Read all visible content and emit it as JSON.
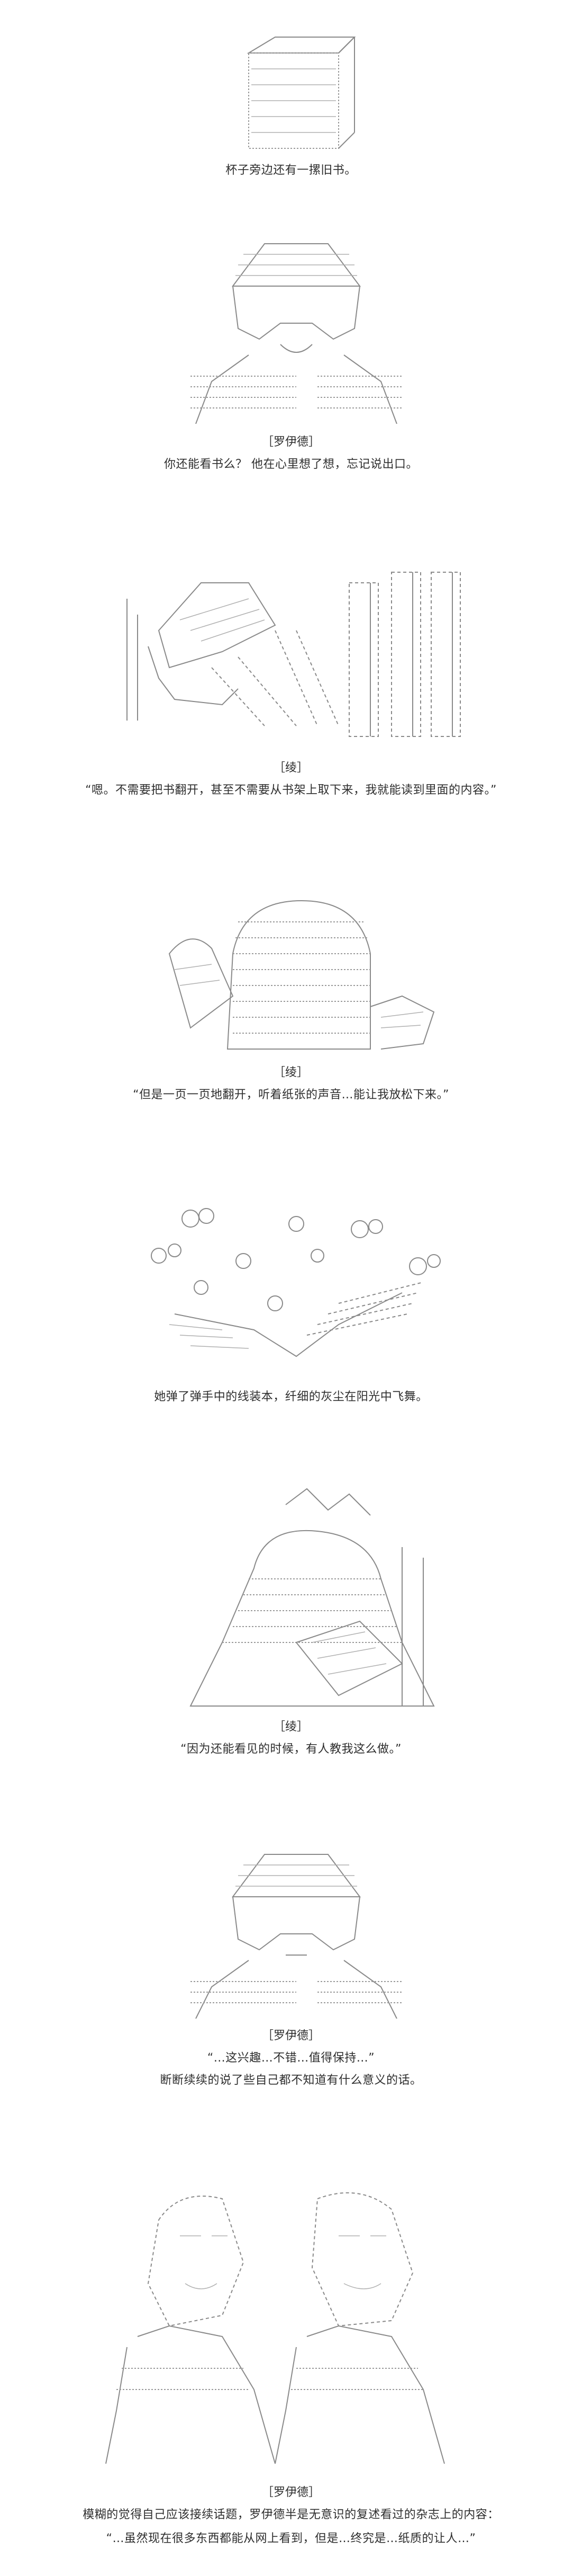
{
  "panels": [
    {
      "caption": "杯子旁边还有一摞旧书。"
    },
    {
      "speaker": "［罗伊德］",
      "caption": "你还能看书么？ 他在心里想了想，忘记说出口。"
    },
    {
      "speaker": "［绫］",
      "caption": "“嗯。不需要把书翻开，甚至不需要从书架上取下来，我就能读到里面的内容。”"
    },
    {
      "speaker": "［绫］",
      "caption": "“但是一页一页地翻开，听着纸张的声音…能让我放松下来。”"
    },
    {
      "caption": "她弹了弹手中的线装本，纤细的灰尘在阳光中飞舞。"
    },
    {
      "speaker": "［绫］",
      "caption": "“因为还能看见的时候，有人教我这么做。”"
    },
    {
      "speaker": "［罗伊德］",
      "caption": "“…这兴趣…不错…值得保持…”"
    },
    {
      "caption": "断断续续的说了些自己都不知道有什么意义的话。"
    },
    {
      "speaker": "［罗伊德］",
      "caption": "模糊的觉得自己应该接续话题，罗伊德半是无意识的复述看过的杂志上的内容："
    },
    {
      "caption": "“…虽然现在很多东西都能从网上看到，但是…终究是…纸质的让人…”"
    }
  ]
}
